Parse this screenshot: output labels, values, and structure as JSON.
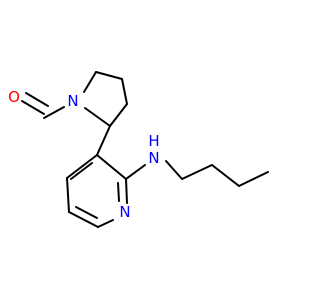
{
  "molecule": {
    "atoms": {
      "oxygen": {
        "label": "O",
        "color": "#ff0000"
      },
      "pyrrolidine_nitrogen": {
        "label": "N",
        "color": "#0000ff"
      },
      "amine_nitrogen": {
        "label": "N",
        "color": "#0000ff",
        "hydrogen": "H"
      },
      "pyridine_nitrogen": {
        "label": "N",
        "color": "#0000ff"
      }
    },
    "bond_color": "#000000"
  }
}
